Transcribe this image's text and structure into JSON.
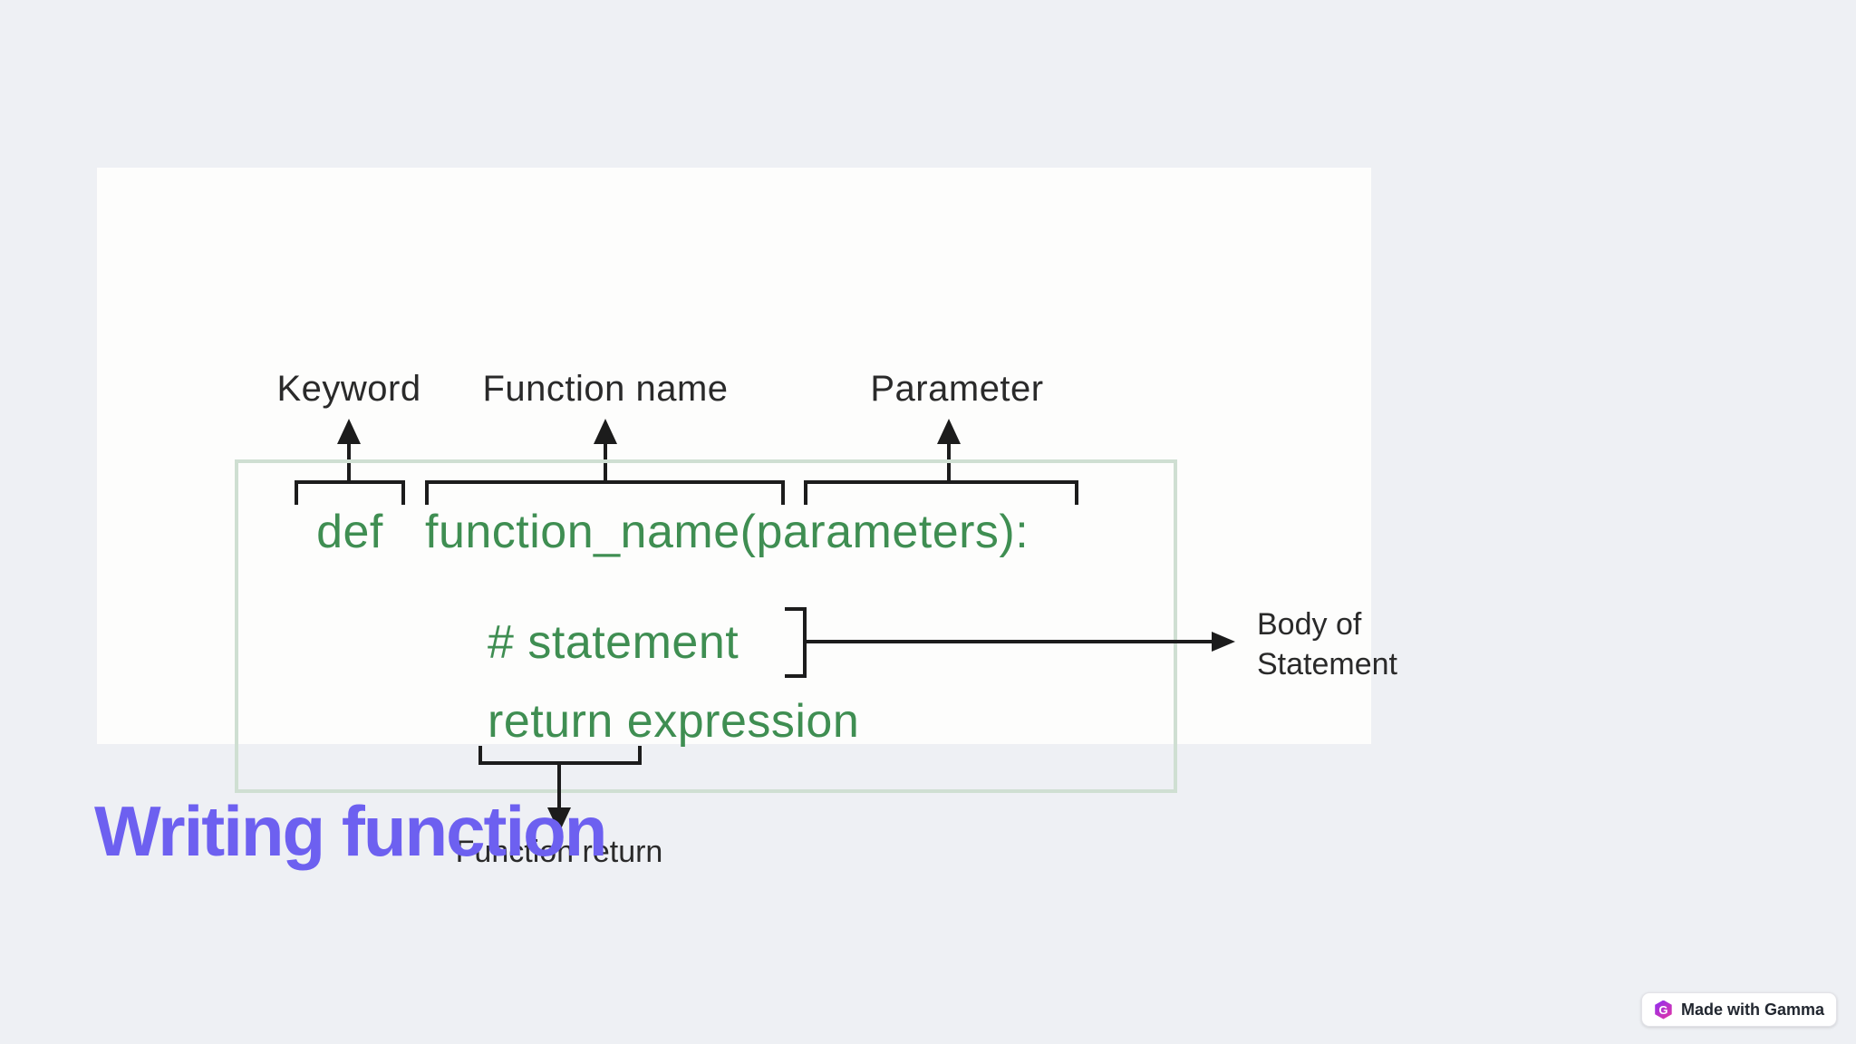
{
  "background_color": "#eef0f4",
  "panel_color": "#fdfdfc",
  "title": {
    "text": "Writing function",
    "color": "#6d60f0"
  },
  "diagram": {
    "colors": {
      "code_green": "#3f8e52",
      "box_border": "#cfdfd2",
      "arrow_black": "#1c1c1c",
      "label_black": "#2a2a2a"
    },
    "top_annotations": [
      {
        "label": "Keyword"
      },
      {
        "label": "Function name"
      },
      {
        "label": "Parameter"
      }
    ],
    "code": {
      "keyword": "def",
      "signature": "function_name(parameters):",
      "statement": "# statement",
      "return_line": "return expression"
    },
    "side_annotation": {
      "line1": "Body of",
      "line2": "Statement"
    },
    "bottom_annotation": {
      "label": "Function return"
    }
  },
  "badge": {
    "label": "Made with Gamma",
    "icon": "gamma-logo-icon",
    "logo_letter": "G",
    "gradient_start": "#8b2ff5",
    "gradient_end": "#e9359e"
  }
}
